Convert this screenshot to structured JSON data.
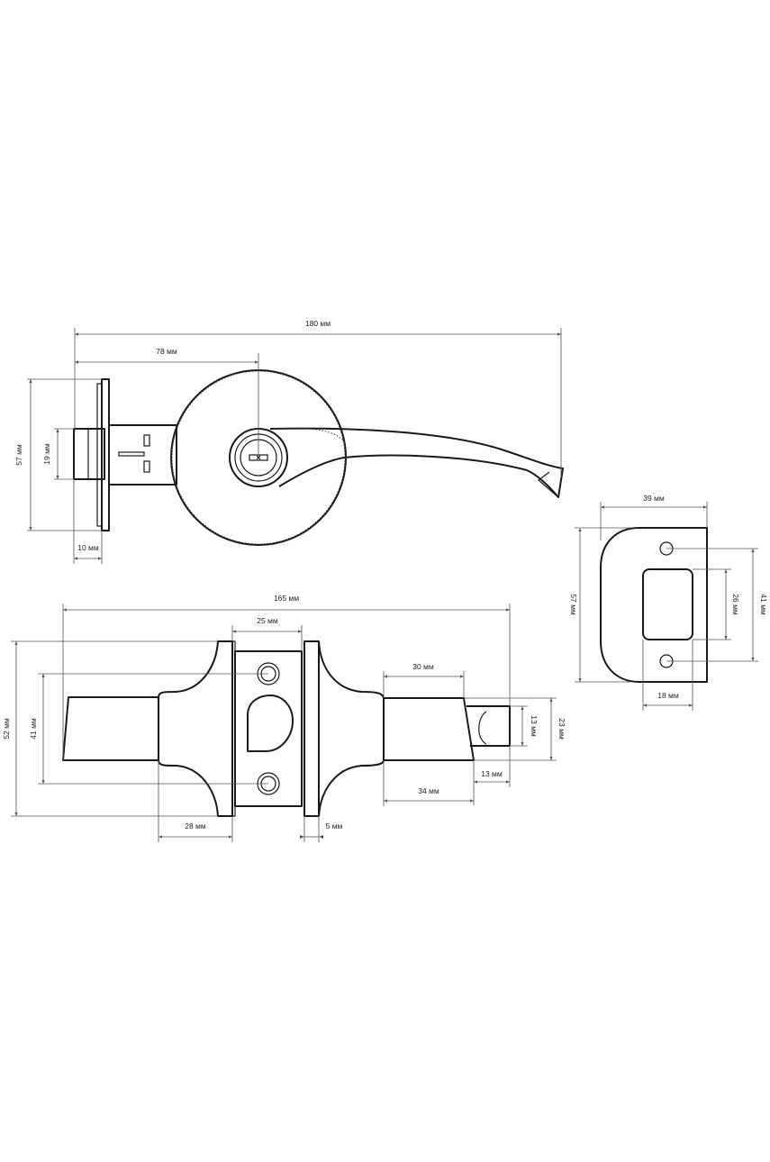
{
  "drawing": {
    "views": {
      "top": {
        "name": "lever-handle-front-view"
      },
      "bottom": {
        "name": "latch-side-view"
      },
      "right": {
        "name": "strike-plate-view"
      }
    },
    "dimensions": {
      "overall_length_top": "180 мм",
      "rose_offset": "78 мм",
      "plate_height": "57 мм",
      "latch_height": "19 мм",
      "plate_depth": "10 мм",
      "overall_length_bottom": "165 мм",
      "latch_width": "25 мм",
      "spindle_length": "30 мм",
      "knob_span": "52 мм",
      "hole_spacing_bottom": "41 мм",
      "latch_bolt_height": "13 мм",
      "spindle_height": "23 мм",
      "bolt_projection": "13 мм",
      "spindle_total": "34 мм",
      "rose_depth": "28 мм",
      "gap": "5 мм",
      "strike_width": "39 мм",
      "strike_height": "57 мм",
      "strike_hole_spacing": "41 мм",
      "strike_opening": "26 мм",
      "strike_offset": "18 мм"
    }
  }
}
